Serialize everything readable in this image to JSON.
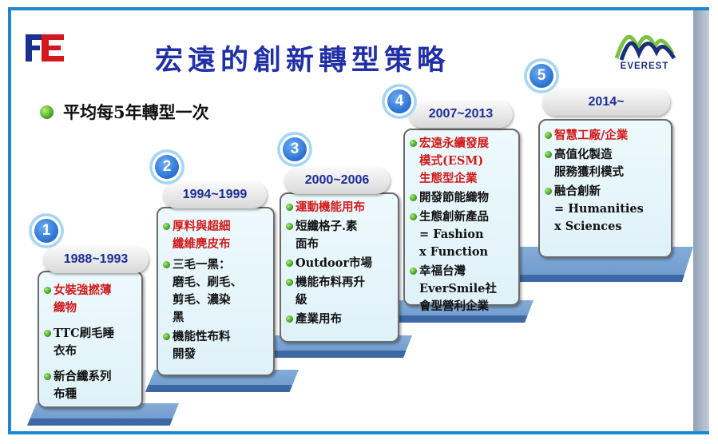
{
  "header": {
    "title": "宏遠的創新轉型策略",
    "logo_left_text": "FE",
    "logo_right_text": "EVEREST",
    "slogan": "平均每5年轉型一次"
  },
  "colors": {
    "title": "#2130a6",
    "highlight_text": "#d11a1a",
    "frame": "#1f86d4",
    "step": "#6a97cb",
    "badge": "#2a6fd2"
  },
  "stages": [
    {
      "number": "1",
      "years": "1988~1993",
      "items": [
        {
          "text": "女裝強撚薄\n織物",
          "highlight": true
        },
        {
          "text": "TTC刷毛睡\n衣布",
          "highlight": false
        },
        {
          "text": "新合纖系列\n布種",
          "highlight": false
        }
      ]
    },
    {
      "number": "2",
      "years": "1994~1999",
      "items": [
        {
          "text": "厚料與超細\n纖維麂皮布",
          "highlight": true
        },
        {
          "text": "三毛一黑：\n磨毛、刷毛、\n剪毛、濃染\n黑",
          "highlight": false
        },
        {
          "text": "機能性布料\n開發",
          "highlight": false
        }
      ]
    },
    {
      "number": "3",
      "years": "2000~2006",
      "items": [
        {
          "text": "運動機能用布",
          "highlight": true
        },
        {
          "text": "短纖格子.素\n面布",
          "highlight": false
        },
        {
          "text": "Outdoor市場",
          "highlight": false
        },
        {
          "text": "機能布料再升\n級",
          "highlight": false
        },
        {
          "text": "產業用布",
          "highlight": false
        }
      ]
    },
    {
      "number": "4",
      "years": "2007~2013",
      "items": [
        {
          "text": "宏遠永續發展\n模式(ESM)\n生態型企業",
          "highlight": true
        },
        {
          "text": "開發節能織物",
          "highlight": false
        },
        {
          "text": "生態創新產品\n= Fashion\nx Function",
          "highlight": false
        },
        {
          "text": "幸福台灣\nEverSmile社\n會型營利企業",
          "highlight": false
        }
      ]
    },
    {
      "number": "5",
      "years": "2014~",
      "items": [
        {
          "text": "智慧工廠/企業",
          "highlight": true
        },
        {
          "text": "高值化製造\n服務獲利模式",
          "highlight": false
        },
        {
          "text": "融合創新\n= Humanities\nx Sciences",
          "highlight": false
        }
      ]
    }
  ]
}
